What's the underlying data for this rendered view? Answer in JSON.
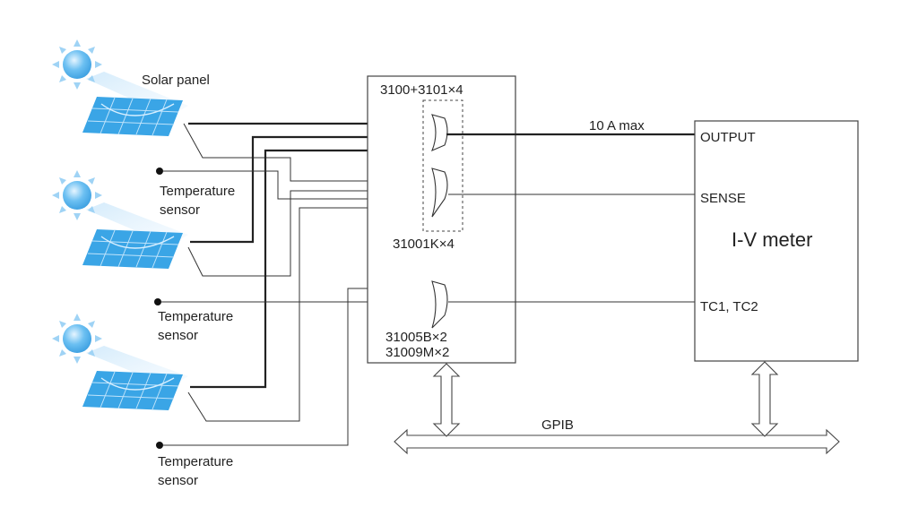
{
  "labels": {
    "solar_panel": "Solar panel",
    "temp_sensor_line1": "Temperature",
    "temp_sensor_line2": "sensor",
    "scanner_title": "3100+3101×4",
    "relay_card_a": "31001K×4",
    "relay_card_b1": "31005B×2",
    "relay_card_b2": "31009M×2",
    "max_current": "10 A max",
    "output": "OUTPUT",
    "sense": "SENSE",
    "tc": "TC1, TC2",
    "iv_meter": "I-V meter",
    "bus": "GPIB"
  },
  "colors": {
    "panel_fill": "#3aa5e6",
    "panel_grid": "#bfe3fb",
    "sun_core": "#5cb8f0",
    "sun_rays": "#9fd3f5",
    "line": "#222222"
  },
  "icons": [
    "sun-icon",
    "solar-panel-icon",
    "temperature-sensor-dot"
  ]
}
